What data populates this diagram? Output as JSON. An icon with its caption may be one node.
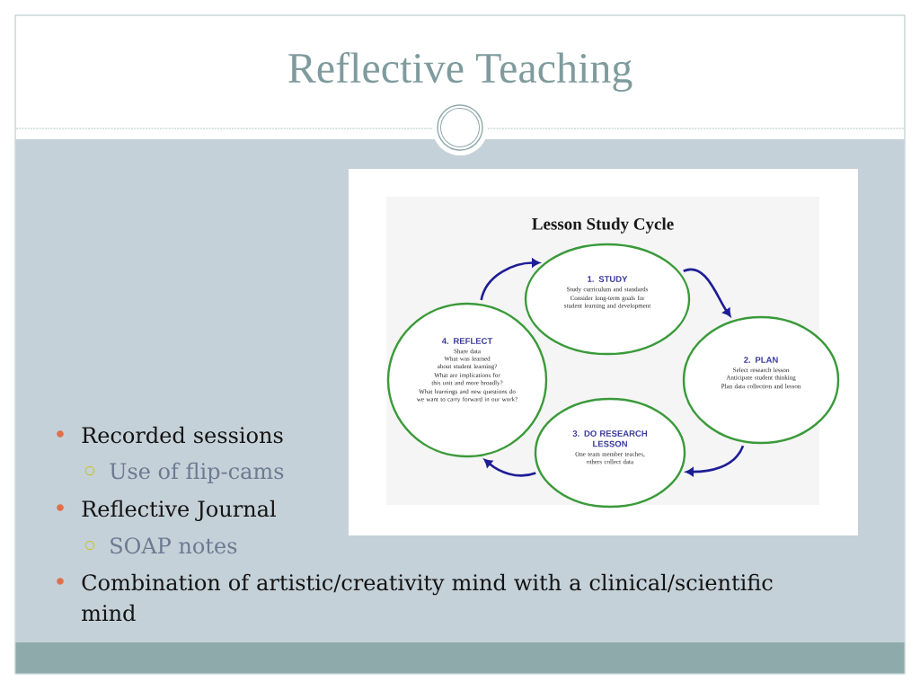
{
  "diagram": {
    "title": "Reflective Teaching",
    "nodes": [
      {
        "text": [
          "1. STUDY",
          "Study curriculum and standards",
          "Consider long-term goals for student learning and development"
        ]
      },
      {
        "text": [
          "2. PLAN",
          "Select research lesson",
          "Anticipate student thinking",
          "Plan data collection and lesson"
        ]
      },
      {
        "text": [
          "3. DO RESEARCH LESSON",
          "One team member teaches, others collect data"
        ]
      },
      {
        "text": [
          "4. REFLECT",
          "Share data",
          "What was learned about student learning?",
          "What are implications for this unit and more broadly?",
          "What learnings and new questions do we want to carry forward in our work?"
        ]
      }
    ],
    "edges": [
      {
        "from": 0,
        "to": 1,
        "arrow": "to"
      },
      {
        "from": 1,
        "to": 2,
        "arrow": "to"
      },
      {
        "from": 2,
        "to": 3,
        "arrow": "to"
      },
      {
        "from": 3,
        "to": 0,
        "arrow": "to"
      }
    ],
    "labels": [
      "Lesson Study Cycle",
      "Recorded sessions",
      "Use of flip-cams",
      "Reflective Journal",
      "SOAP notes",
      "Combination of artistic/creativity mind with a clinical/scientific mind"
    ]
  }
}
